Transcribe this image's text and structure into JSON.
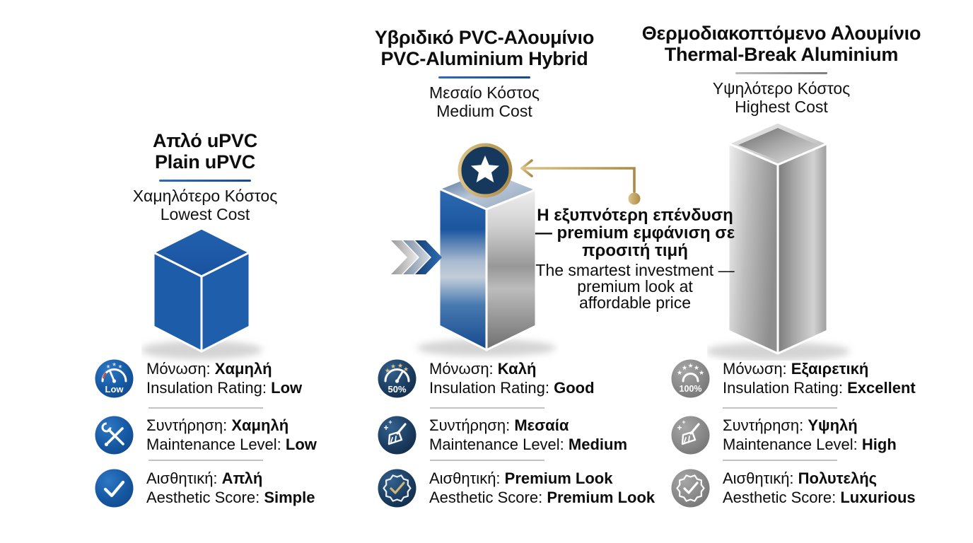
{
  "colors": {
    "primary_blue": "#1d5ca9",
    "navy": "#16385c",
    "gold": "#c2a257",
    "icon_gray": "#8d8d8d",
    "underline_blue": "#1f5c9e",
    "underline_gray": "#8c8c8c"
  },
  "columns": [
    {
      "title_el": "Απλό uPVC",
      "title_en": "Plain uPVC",
      "cost_el": "Χαμηλότερο Κόστος",
      "cost_en": "Lowest Cost",
      "gauge_label": "Low",
      "ratings": [
        {
          "icon": "insulation-gauge-icon",
          "label_el": "Μόνωση:",
          "value_el": "Χαμηλή",
          "label_en": "Insulation Rating:",
          "value_en": "Low"
        },
        {
          "icon": "tools-icon",
          "label_el": "Συντήρηση:",
          "value_el": "Χαμηλή",
          "label_en": "Maintenance Level:",
          "value_en": "Low"
        },
        {
          "icon": "check-icon",
          "label_el": "Αισθητική:",
          "value_el": "Απλή",
          "label_en": "Aesthetic Score:",
          "value_en": "Simple"
        }
      ]
    },
    {
      "title_el": "Υβριδικό PVC-Αλουμίνιο",
      "title_en": "PVC-Aluminium Hybrid",
      "cost_el": "Μεσαίο Κόστος",
      "cost_en": "Medium Cost",
      "gauge_label": "50%",
      "ratings": [
        {
          "icon": "insulation-gauge-icon",
          "label_el": "Μόνωση:",
          "value_el": "Καλή",
          "label_en": "Insulation Rating:",
          "value_en": "Good"
        },
        {
          "icon": "broom-icon",
          "label_el": "Συντήρηση:",
          "value_el": "Μεσαία",
          "label_en": "Maintenance Level:",
          "value_en": "Medium"
        },
        {
          "icon": "rosette-check-icon",
          "label_el": "Αισθητική:",
          "value_el": "Premium Look",
          "label_en": "Aesthetic Score:",
          "value_en": "Premium Look"
        }
      ]
    },
    {
      "title_el": "Θερμοδιακοπτόμενο Αλουμίνιο",
      "title_en": "Thermal-Break Aluminium",
      "cost_el": "Υψηλότερο Κόστος",
      "cost_en": "Highest Cost",
      "gauge_label": "100%",
      "ratings": [
        {
          "icon": "insulation-gauge-icon",
          "label_el": "Μόνωση:",
          "value_el": "Εξαιρετική",
          "label_en": "Insulation Rating:",
          "value_en": "Excellent"
        },
        {
          "icon": "broom-icon",
          "label_el": "Συντήρηση:",
          "value_el": "Υψηλή",
          "label_en": "Maintenance Level:",
          "value_en": "High"
        },
        {
          "icon": "rosette-check-icon",
          "label_el": "Αισθητική:",
          "value_el": "Πολυτελής",
          "label_en": "Aesthetic Score:",
          "value_en": "Luxurious"
        }
      ]
    }
  ],
  "annotation": {
    "el_line1": "Η εξυπνότερη επένδυση",
    "el_line2": "— premium εμφάνιση σε",
    "el_line3": "προσιτή τιμή",
    "en_line1": "The smartest investment —",
    "en_line2": "premium look at",
    "en_line3": "affordable price"
  }
}
